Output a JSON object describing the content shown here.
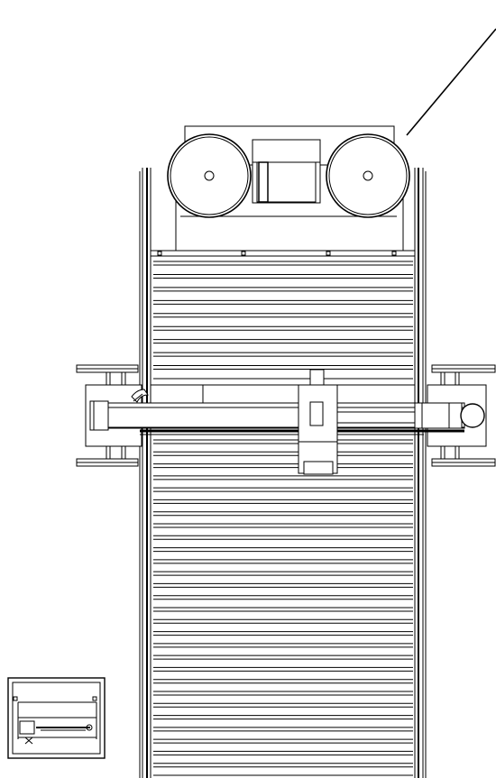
{
  "drawing": {
    "kind": "technical line drawing, top view",
    "line_color": "#000000",
    "background": "#ffffff",
    "bed_slats_upper": 9,
    "bed_slats_lower": 28
  }
}
